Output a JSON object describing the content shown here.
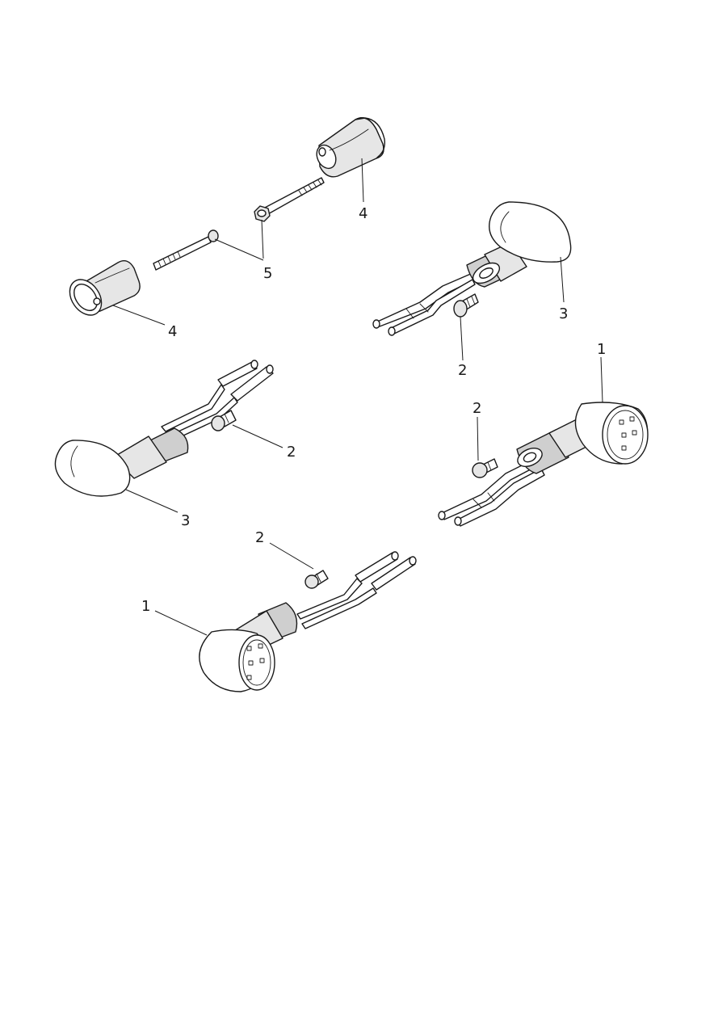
{
  "callouts": {
    "c4_top": "4",
    "c5": "5",
    "c4_left": "4",
    "c3_right": "3",
    "c2_right_upper": "2",
    "c1_right": "1",
    "c2_left_upper": "2",
    "c3_left": "3",
    "c2_right_lower": "2",
    "c2_bottom": "2",
    "c1_bottom": "1"
  }
}
